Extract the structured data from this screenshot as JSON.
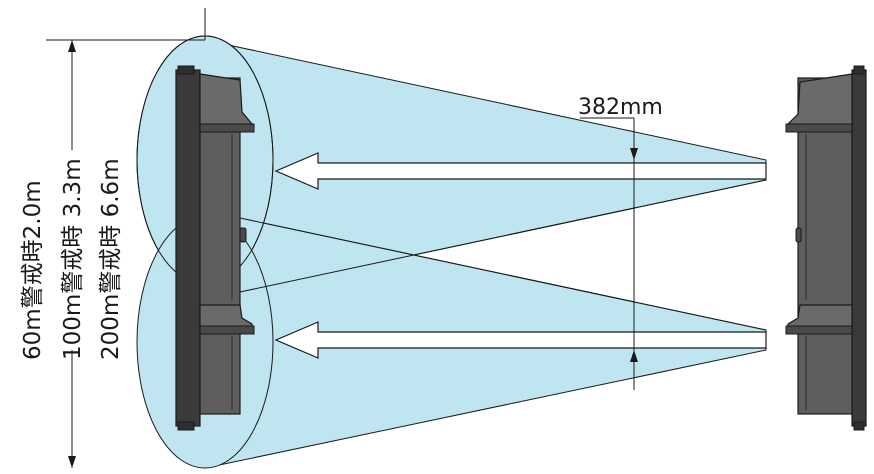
{
  "labels": {
    "beam_spacing": "382mm",
    "range_lines": [
      "60m警戒時2.0m",
      "100m警戒時 3.3m",
      "200m警戒時 6.6m"
    ]
  },
  "colors": {
    "beam_fill": "#bfe6f0",
    "beam_stroke": "#1a1a1a",
    "sensor_body": "#5a5a5a",
    "sensor_dark": "#2f2f2f",
    "arrow_fill": "#ffffff"
  }
}
